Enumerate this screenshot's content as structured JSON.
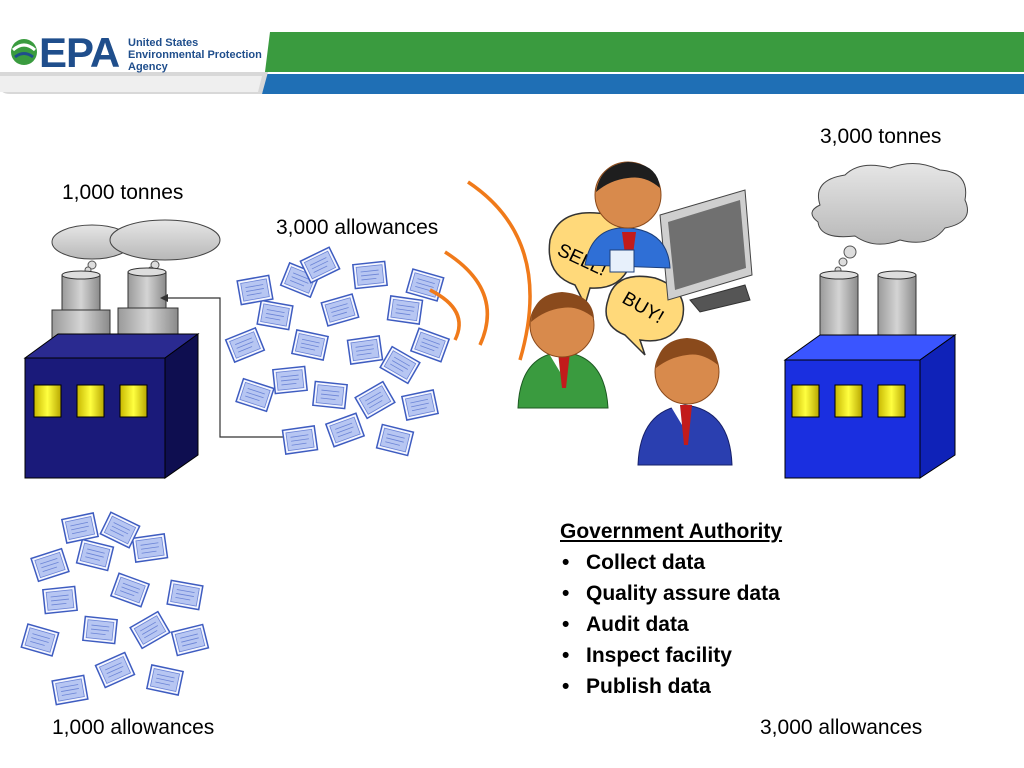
{
  "header": {
    "logo_text": "EPA",
    "agency_name": "United States\nEnvironmental Protection\nAgency",
    "colors": {
      "green": "#3a9b3f",
      "blue": "#1f6fb5",
      "logo_blue": "#1f4e8c"
    }
  },
  "left_plant": {
    "emissions": "1,000 tonnes",
    "allowances_held": "1,000 allowances",
    "allowances_surrendered": "3,000 allowances",
    "building_color": "#1a1a7a"
  },
  "right_plant": {
    "emissions": "3,000 tonnes",
    "allowances_held": "3,000 allowances",
    "building_color": "#1a2fe0"
  },
  "trading": {
    "bubble_sell": "SELL!",
    "bubble_buy": "BUY!"
  },
  "government": {
    "title": "Government Authority",
    "items": [
      "Collect data",
      "Quality assure data",
      "Audit data",
      "Inspect facility",
      "Publish data"
    ]
  },
  "icons": [
    "epa-logo-icon",
    "factory-icon",
    "smoke-cloud-icon",
    "allowance-pile-icon",
    "trader-icon",
    "computer-monitor-icon"
  ]
}
